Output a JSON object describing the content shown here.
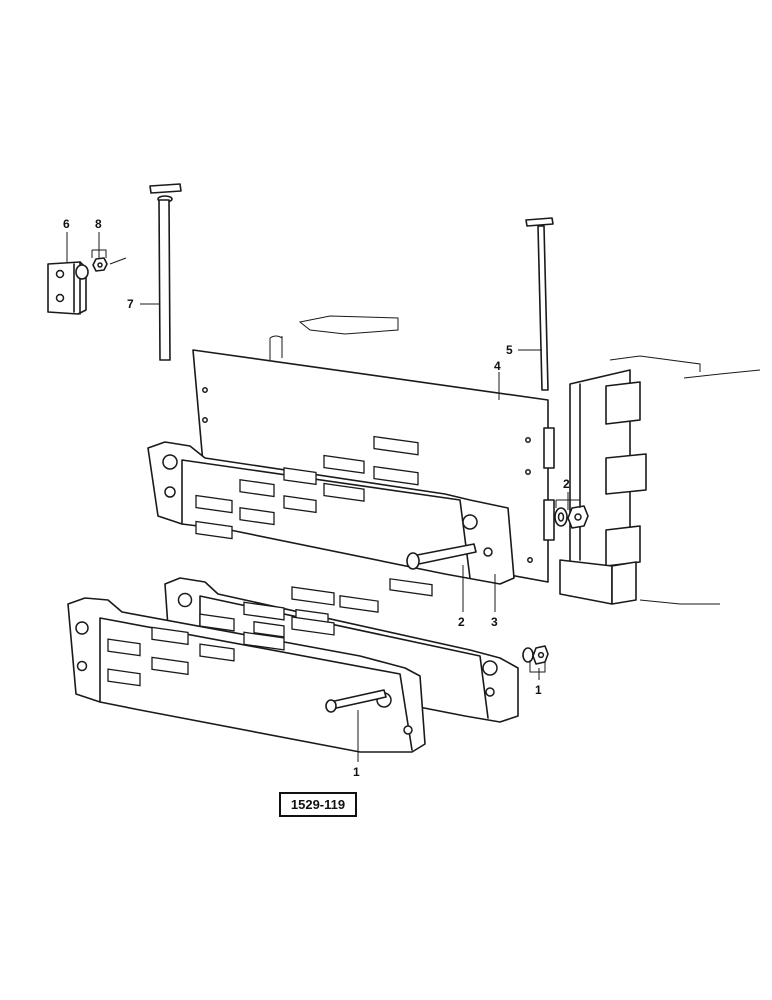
{
  "drawing_number": "1529-119",
  "callouts": {
    "c6": "6",
    "c8": "8",
    "c7": "7",
    "c5": "5",
    "c4": "4",
    "c2_right": "2",
    "c2_bottom": "2",
    "c3": "3",
    "c1_right": "1",
    "c1_bottom": "1"
  }
}
